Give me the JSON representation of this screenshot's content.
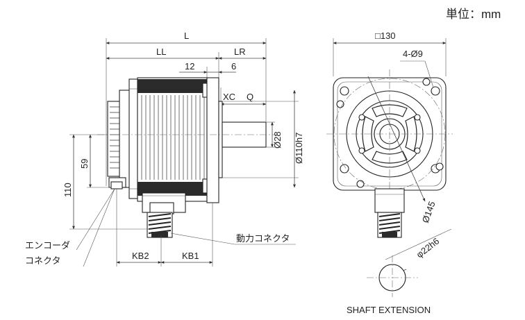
{
  "unit_label": "単位：mm",
  "side_view": {
    "dims": {
      "L": "L",
      "LL": "LL",
      "LR": "LR",
      "d12": "12",
      "d6": "6",
      "XC": "XC",
      "Q": "Q",
      "shaft_dia": "Ø28",
      "spigot_dia": "Ø110h7",
      "h59": "59",
      "h110": "110",
      "KB2": "KB2",
      "KB1": "KB1"
    },
    "callouts": {
      "encoder_line1": "エンコーダ",
      "encoder_line2": "コネクタ",
      "power_connector": "動力コネクタ"
    }
  },
  "front_view": {
    "dims": {
      "flange_square": "□130",
      "holes": "4-Ø9",
      "pcd": "Ø145",
      "connector_dia": "φ22h6"
    }
  },
  "shaft_extension_label": "SHAFT EXTENSION"
}
